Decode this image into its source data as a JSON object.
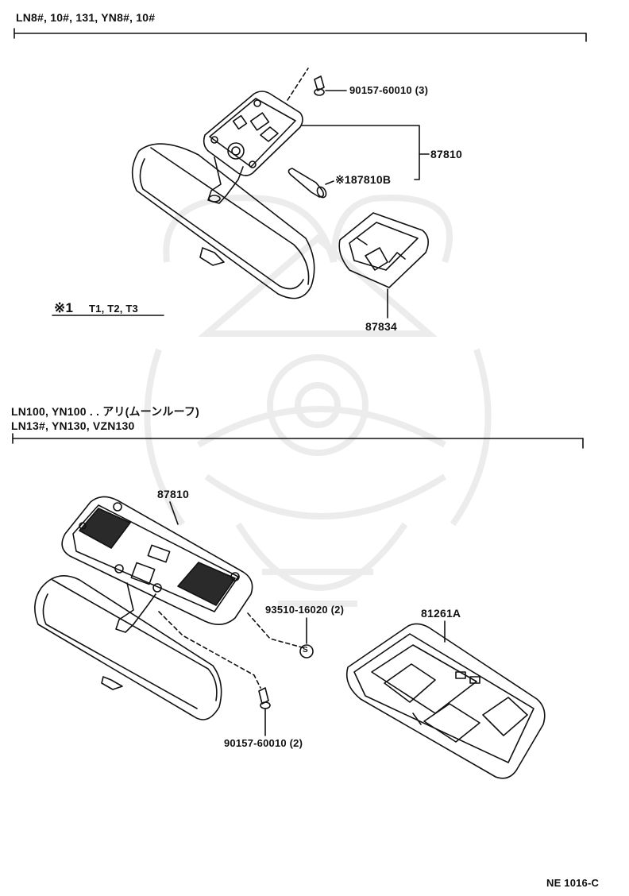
{
  "section1": {
    "header": "LN8#, 10#, 131, YN8#, 10#",
    "parts": {
      "screw": "90157-60010 (3)",
      "lamp_assy": "87810",
      "bulb": "※187810B",
      "cover": "87834"
    },
    "note": {
      "mark": "※1",
      "text": "T1, T2, T3"
    }
  },
  "section2": {
    "header_line1": "LN100, YN100 . . アリ(ムーンルーフ)",
    "header_line2": "LN13#, YN130, VZN130",
    "parts": {
      "lamp_assy": "87810",
      "screw_s": "93510-16020 (2)",
      "screw_s_symbol": "S",
      "cover": "81261A",
      "screw": "90157-60010 (2)"
    }
  },
  "footer_code": "NE 1016-C",
  "colors": {
    "ink": "#111111",
    "watermark": "#ececec",
    "paper": "#ffffff"
  }
}
